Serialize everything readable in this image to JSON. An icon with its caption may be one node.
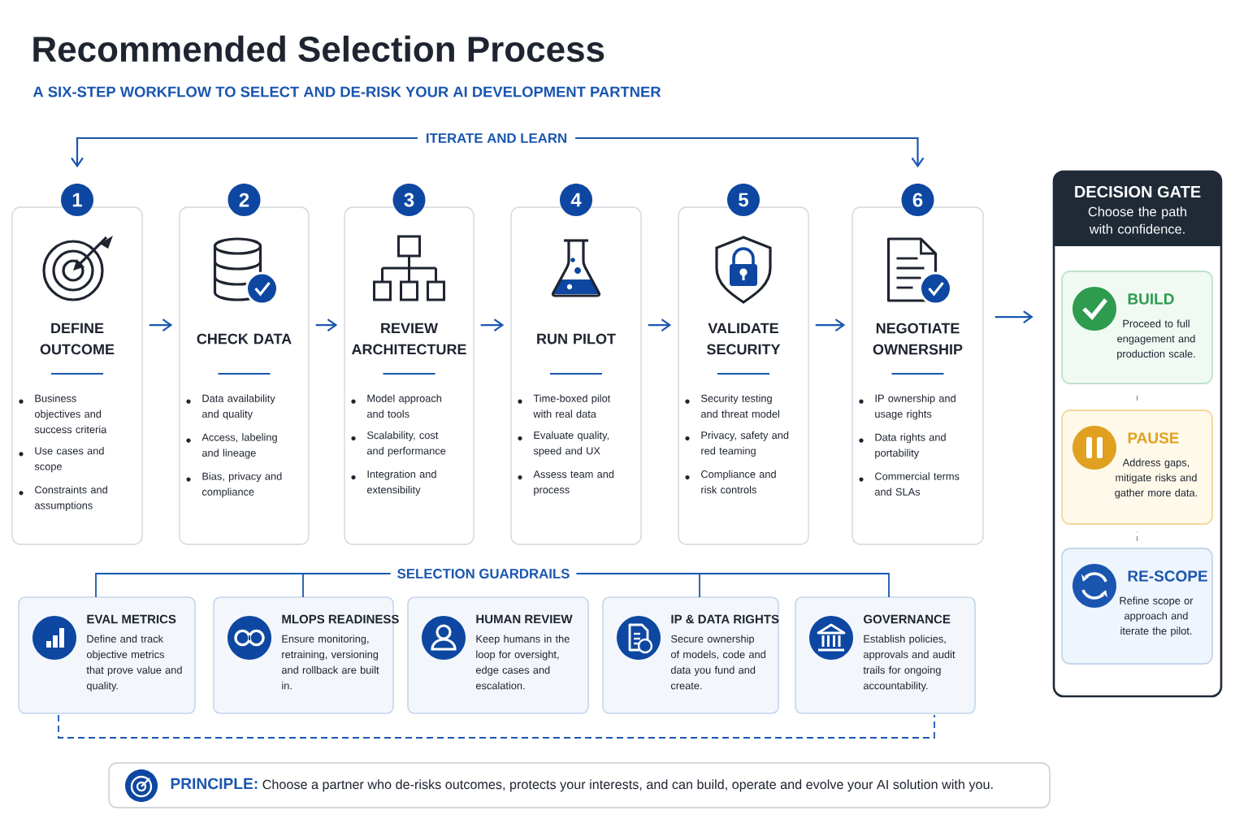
{
  "diagram": {
    "title": "Recommended Selection Process",
    "nodes": [
      {
        "text": [
          "1",
          "DEFINE OUTCOME",
          "Business objectives and success criteria",
          "Use cases and scope",
          "Constraints and assumptions"
        ]
      },
      {
        "text": [
          "2",
          "CHECK DATA",
          "Data availability and quality",
          "Access, labeling and lineage",
          "Bias, privacy and compliance"
        ]
      },
      {
        "text": [
          "3",
          "REVIEW ARCHITECTURE",
          "Model approach and tools",
          "Scalability, cost and performance",
          "Integration and extensibility"
        ]
      },
      {
        "text": [
          "4",
          "RUN PILOT",
          "Time-boxed pilot with real data",
          "Evaluate quality, speed and UX",
          "Assess team and process"
        ]
      },
      {
        "text": [
          "5",
          "VALIDATE SECURITY",
          "Security testing and threat model",
          "Privacy, safety and red teaming",
          "Compliance and risk controls"
        ]
      },
      {
        "text": [
          "6",
          "NEGOTIATE OWNERSHIP",
          "IP ownership and usage rights",
          "Data rights and portability",
          "Commercial terms and SLAs"
        ]
      },
      {
        "text": [
          "DECISION GATE",
          "Choose the path with confidence."
        ]
      },
      {
        "text": [
          "BUILD",
          "Proceed to full engagement and production scale."
        ],
        "in": 6
      },
      {
        "text": [
          "PAUSE",
          "Address gaps, mitigate risks and gather more data."
        ],
        "in": 6
      },
      {
        "text": [
          "RE-SCOPE",
          "Refine scope or approach and iterate the pilot."
        ],
        "in": 6
      },
      {
        "text": [
          "EVAL METRICS",
          "Define and track objective metrics that prove value and quality."
        ]
      },
      {
        "text": [
          "MLOPS READINESS",
          "Ensure monitoring, retraining, versioning and rollback are built in."
        ]
      },
      {
        "text": [
          "HUMAN REVIEW",
          "Keep humans in the loop for oversight, edge cases and escalation."
        ]
      },
      {
        "text": [
          "IP & DATA RIGHTS",
          "Secure ownership of models, code and data you fund and create."
        ]
      },
      {
        "text": [
          "GOVERNANCE",
          "Establish policies, approvals and audit trails for ongoing accountability."
        ]
      },
      {
        "text": [
          "PRINCIPLE:",
          "Choose a partner who de-risks outcomes, protects your interests, and can build, operate and evolve your AI solution with you."
        ]
      }
    ],
    "edges": [
      {
        "from": 0,
        "to": 1,
        "arrow": "to"
      },
      {
        "from": 1,
        "to": 2,
        "arrow": "to"
      },
      {
        "from": 2,
        "to": 3,
        "arrow": "to"
      },
      {
        "from": 3,
        "to": 4,
        "arrow": "to"
      },
      {
        "from": 4,
        "to": 5,
        "arrow": "to"
      },
      {
        "from": 5,
        "to": 6,
        "arrow": "to"
      },
      {
        "from": 0,
        "to": 5,
        "arrow": "both",
        "label": "ITERATE AND LEARN"
      },
      {
        "from": 7,
        "to": 8,
        "arrow": "none",
        "style": "dashed",
        "color": "#555555"
      },
      {
        "from": 8,
        "to": 9,
        "arrow": "none",
        "style": "dashed",
        "color": "#555555"
      }
    ],
    "labels": [
      "A SIX-STEP WORKFLOW TO SELECT AND DE-RISK YOUR AI DEVELOPMENT PARTNER",
      "SELECTION GUARDRAILS"
    ]
  }
}
